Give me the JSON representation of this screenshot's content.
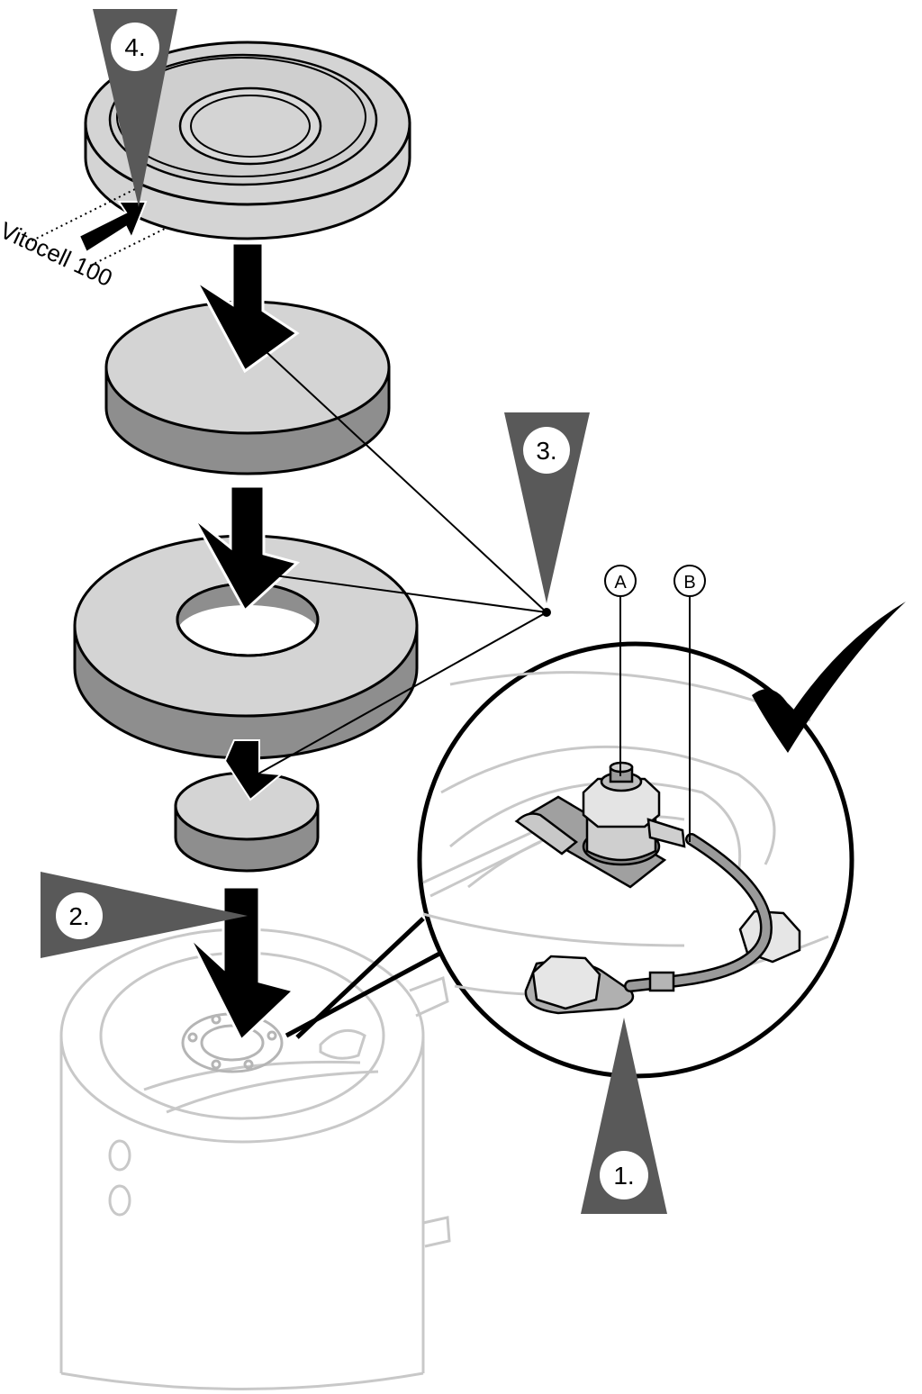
{
  "product_label": "Vitocell 100",
  "steps": [
    {
      "id": "step1",
      "label": "1."
    },
    {
      "id": "step2",
      "label": "2."
    },
    {
      "id": "step3",
      "label": "3."
    },
    {
      "id": "step4",
      "label": "4."
    }
  ],
  "callouts": [
    {
      "id": "A",
      "label": "A"
    },
    {
      "id": "B",
      "label": "B"
    }
  ],
  "colors": {
    "marker": "#595959",
    "disc_top": "#d4d4d4",
    "disc_side": "#8e8e8e",
    "faded_line": "#c8c8c8",
    "arrow": "#000000"
  }
}
